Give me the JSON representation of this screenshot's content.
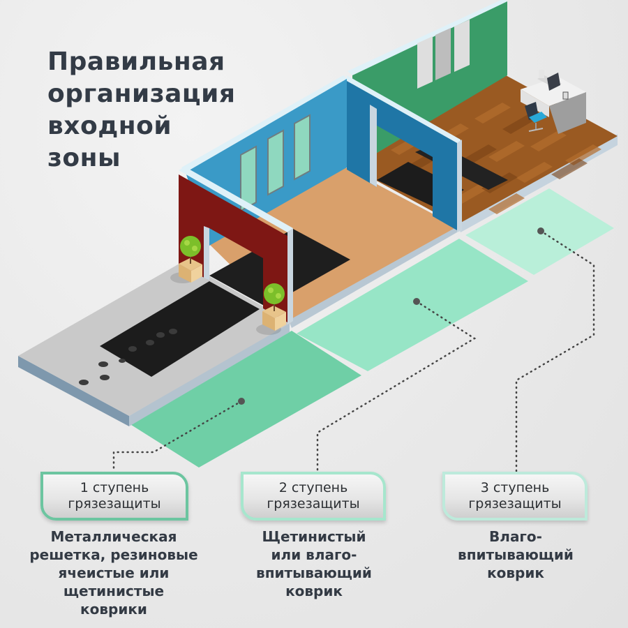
{
  "title": {
    "lines": [
      "Правильная",
      "организация",
      "входной",
      "зоны"
    ]
  },
  "steps": [
    {
      "box_lines": [
        "1 ступень",
        "грязезащиты"
      ],
      "description_lines": [
        "Металлическая",
        "решетка, резиновые",
        "ячеистые или",
        "щетинистые",
        "коврики"
      ],
      "zone_color": "#6fcfa6"
    },
    {
      "box_lines": [
        "2 ступень",
        "грязезащиты"
      ],
      "description_lines": [
        "Щетинистый",
        "или влаго-",
        "впитывающий",
        "коврик"
      ],
      "zone_color": "#97e5c6"
    },
    {
      "box_lines": [
        "3 ступень",
        "грязезащиты"
      ],
      "description_lines": [
        "Влаго-",
        "впитывающий",
        "коврик"
      ],
      "zone_color": "#b9efd9"
    }
  ],
  "illustration": {
    "colors": {
      "entrance_slab": "#c9c9c9",
      "mat": "#1e1e1e",
      "front_wall": "#7e1714",
      "vestibule_wall": "#3a9ac7",
      "vestibule_wall_side": "#1f76a6",
      "vestibule_floor": "#d9a06b",
      "room_wall": "#3a9c68",
      "room_floor": "#9a5a22",
      "window_glass": "#8fd8bf",
      "marker": "#555555"
    }
  }
}
